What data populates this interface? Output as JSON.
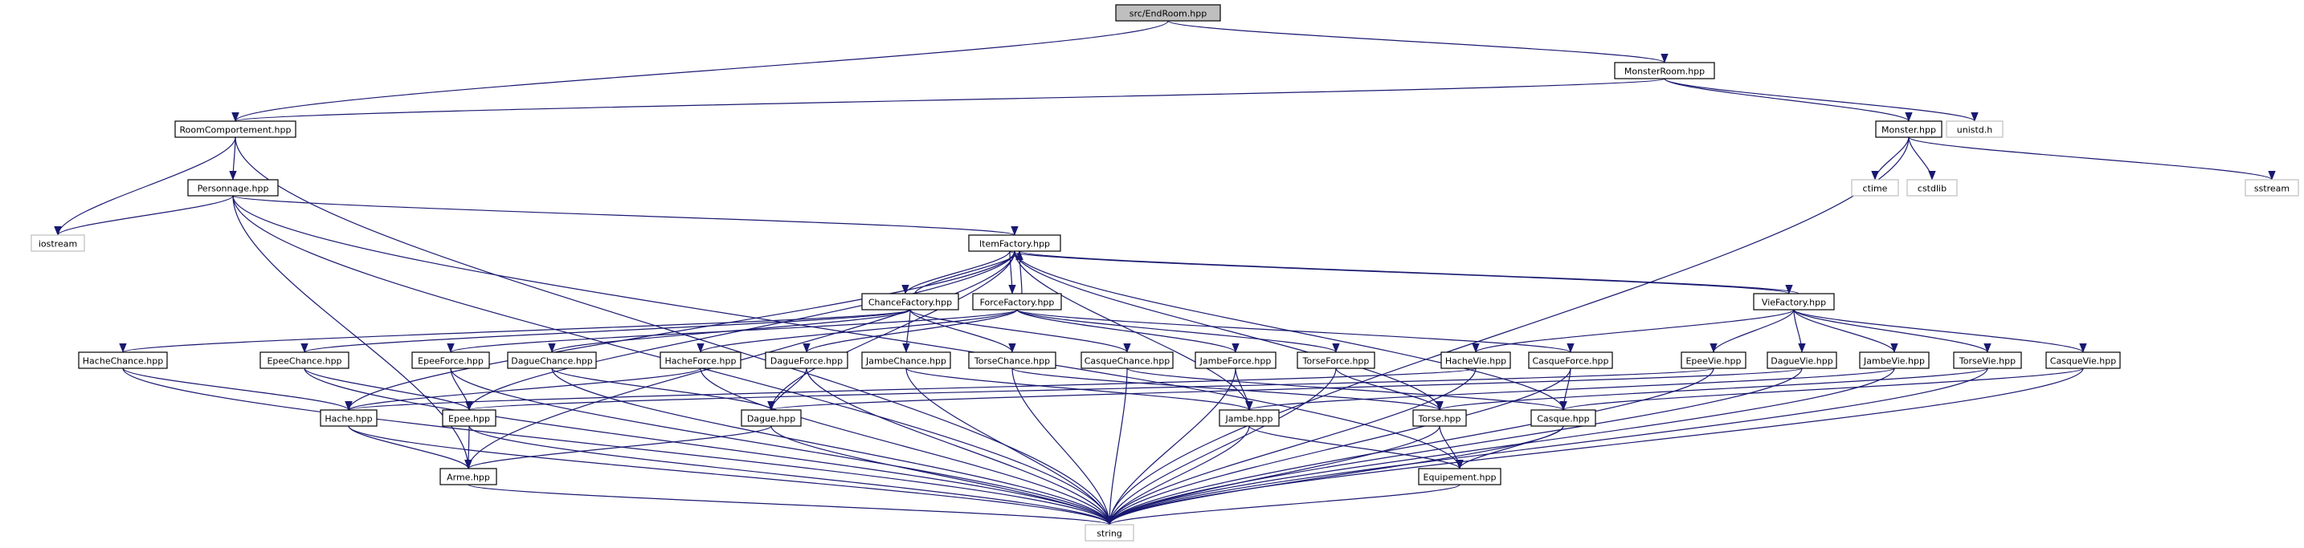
{
  "colors": {
    "edge": "#191970",
    "node_border": "#000000",
    "external_border": "#bfbfbf",
    "external_text": "#000000",
    "root_fill": "#bfbfbf",
    "node_fill": "#ffffff"
  },
  "nodes": [
    {
      "id": "endroom",
      "label": "src/EndRoom.hpp",
      "kind": "root"
    },
    {
      "id": "monsterroom",
      "label": "MonsterRoom.hpp",
      "kind": "file"
    },
    {
      "id": "roomcomp",
      "label": "RoomComportement.hpp",
      "kind": "file"
    },
    {
      "id": "unistd",
      "label": "unistd.h",
      "kind": "external"
    },
    {
      "id": "monster",
      "label": "Monster.hpp",
      "kind": "file"
    },
    {
      "id": "personnage",
      "label": "Personnage.hpp",
      "kind": "file"
    },
    {
      "id": "ctime",
      "label": "ctime",
      "kind": "external"
    },
    {
      "id": "cstdlib",
      "label": "cstdlib",
      "kind": "external"
    },
    {
      "id": "sstream",
      "label": "sstream",
      "kind": "external"
    },
    {
      "id": "iostream",
      "label": "iostream",
      "kind": "external"
    },
    {
      "id": "itemfactory",
      "label": "ItemFactory.hpp",
      "kind": "file"
    },
    {
      "id": "chancefactory",
      "label": "ChanceFactory.hpp",
      "kind": "file"
    },
    {
      "id": "forcefactory",
      "label": "ForceFactory.hpp",
      "kind": "file"
    },
    {
      "id": "viefactory",
      "label": "VieFactory.hpp",
      "kind": "file"
    },
    {
      "id": "hachechance",
      "label": "HacheChance.hpp",
      "kind": "file"
    },
    {
      "id": "epeechance",
      "label": "EpeeChance.hpp",
      "kind": "file"
    },
    {
      "id": "epeeforce",
      "label": "EpeeForce.hpp",
      "kind": "file"
    },
    {
      "id": "daguechance",
      "label": "DagueChance.hpp",
      "kind": "file"
    },
    {
      "id": "hacheforce",
      "label": "HacheForce.hpp",
      "kind": "file"
    },
    {
      "id": "dagueforce",
      "label": "DagueForce.hpp",
      "kind": "file"
    },
    {
      "id": "jambechance",
      "label": "JambeChance.hpp",
      "kind": "file"
    },
    {
      "id": "torsechance",
      "label": "TorseChance.hpp",
      "kind": "file"
    },
    {
      "id": "casquechance",
      "label": "CasqueChance.hpp",
      "kind": "file"
    },
    {
      "id": "jambeforce",
      "label": "JambeForce.hpp",
      "kind": "file"
    },
    {
      "id": "torseforce",
      "label": "TorseForce.hpp",
      "kind": "file"
    },
    {
      "id": "hachevie",
      "label": "HacheVie.hpp",
      "kind": "file"
    },
    {
      "id": "casqueforce",
      "label": "CasqueForce.hpp",
      "kind": "file"
    },
    {
      "id": "epeevie",
      "label": "EpeeVie.hpp",
      "kind": "file"
    },
    {
      "id": "daguevie",
      "label": "DagueVie.hpp",
      "kind": "file"
    },
    {
      "id": "jambevie",
      "label": "JambeVie.hpp",
      "kind": "file"
    },
    {
      "id": "torsevie",
      "label": "TorseVie.hpp",
      "kind": "file"
    },
    {
      "id": "casquevie",
      "label": "CasqueVie.hpp",
      "kind": "file"
    },
    {
      "id": "hache",
      "label": "Hache.hpp",
      "kind": "file"
    },
    {
      "id": "epee",
      "label": "Epee.hpp",
      "kind": "file"
    },
    {
      "id": "dague",
      "label": "Dague.hpp",
      "kind": "file"
    },
    {
      "id": "jambe",
      "label": "Jambe.hpp",
      "kind": "file"
    },
    {
      "id": "torse",
      "label": "Torse.hpp",
      "kind": "file"
    },
    {
      "id": "casque",
      "label": "Casque.hpp",
      "kind": "file"
    },
    {
      "id": "arme",
      "label": "Arme.hpp",
      "kind": "file"
    },
    {
      "id": "equipement",
      "label": "Equipement.hpp",
      "kind": "file"
    },
    {
      "id": "string",
      "label": "string",
      "kind": "external"
    }
  ],
  "edges": [
    [
      "endroom",
      "monsterroom"
    ],
    [
      "endroom",
      "roomcomp"
    ],
    [
      "monsterroom",
      "roomcomp"
    ],
    [
      "monsterroom",
      "monster"
    ],
    [
      "monsterroom",
      "unistd"
    ],
    [
      "roomcomp",
      "personnage"
    ],
    [
      "roomcomp",
      "iostream"
    ],
    [
      "roomcomp",
      "string"
    ],
    [
      "monster",
      "ctime"
    ],
    [
      "monster",
      "cstdlib"
    ],
    [
      "monster",
      "sstream"
    ],
    [
      "monster",
      "string"
    ],
    [
      "personnage",
      "iostream"
    ],
    [
      "personnage",
      "itemfactory"
    ],
    [
      "personnage",
      "string"
    ],
    [
      "personnage",
      "arme"
    ],
    [
      "personnage",
      "equipement"
    ],
    [
      "itemfactory",
      "chancefactory"
    ],
    [
      "itemfactory",
      "forcefactory"
    ],
    [
      "itemfactory",
      "viefactory"
    ],
    [
      "itemfactory",
      "arme"
    ],
    [
      "itemfactory",
      "hache"
    ],
    [
      "itemfactory",
      "epee"
    ],
    [
      "itemfactory",
      "dague"
    ],
    [
      "itemfactory",
      "jambe"
    ],
    [
      "itemfactory",
      "torse"
    ],
    [
      "itemfactory",
      "casque"
    ],
    [
      "chancefactory",
      "itemfactory"
    ],
    [
      "chancefactory",
      "hachechance"
    ],
    [
      "chancefactory",
      "epeechance"
    ],
    [
      "chancefactory",
      "daguechance"
    ],
    [
      "chancefactory",
      "jambechance"
    ],
    [
      "chancefactory",
      "torsechance"
    ],
    [
      "chancefactory",
      "casquechance"
    ],
    [
      "forcefactory",
      "itemfactory"
    ],
    [
      "forcefactory",
      "epeeforce"
    ],
    [
      "forcefactory",
      "hacheforce"
    ],
    [
      "forcefactory",
      "dagueforce"
    ],
    [
      "forcefactory",
      "jambeforce"
    ],
    [
      "forcefactory",
      "torseforce"
    ],
    [
      "forcefactory",
      "casqueforce"
    ],
    [
      "viefactory",
      "itemfactory"
    ],
    [
      "viefactory",
      "hachevie"
    ],
    [
      "viefactory",
      "epeevie"
    ],
    [
      "viefactory",
      "daguevie"
    ],
    [
      "viefactory",
      "jambevie"
    ],
    [
      "viefactory",
      "torsevie"
    ],
    [
      "viefactory",
      "casquevie"
    ],
    [
      "hachechance",
      "hache"
    ],
    [
      "hachechance",
      "string"
    ],
    [
      "epeechance",
      "epee"
    ],
    [
      "epeechance",
      "string"
    ],
    [
      "epeeforce",
      "epee"
    ],
    [
      "epeeforce",
      "string"
    ],
    [
      "daguechance",
      "dague"
    ],
    [
      "daguechance",
      "string"
    ],
    [
      "hacheforce",
      "hache"
    ],
    [
      "hacheforce",
      "string"
    ],
    [
      "dagueforce",
      "dague"
    ],
    [
      "dagueforce",
      "string"
    ],
    [
      "jambechance",
      "jambe"
    ],
    [
      "jambechance",
      "string"
    ],
    [
      "torsechance",
      "torse"
    ],
    [
      "torsechance",
      "string"
    ],
    [
      "casquechance",
      "casque"
    ],
    [
      "casquechance",
      "string"
    ],
    [
      "jambeforce",
      "jambe"
    ],
    [
      "jambeforce",
      "string"
    ],
    [
      "torseforce",
      "torse"
    ],
    [
      "torseforce",
      "string"
    ],
    [
      "hachevie",
      "hache"
    ],
    [
      "hachevie",
      "string"
    ],
    [
      "casqueforce",
      "casque"
    ],
    [
      "casqueforce",
      "string"
    ],
    [
      "epeevie",
      "epee"
    ],
    [
      "epeevie",
      "string"
    ],
    [
      "daguevie",
      "dague"
    ],
    [
      "daguevie",
      "string"
    ],
    [
      "jambevie",
      "jambe"
    ],
    [
      "jambevie",
      "string"
    ],
    [
      "torsevie",
      "torse"
    ],
    [
      "torsevie",
      "string"
    ],
    [
      "casquevie",
      "casque"
    ],
    [
      "casquevie",
      "string"
    ],
    [
      "hache",
      "arme"
    ],
    [
      "hache",
      "string"
    ],
    [
      "epee",
      "arme"
    ],
    [
      "epee",
      "string"
    ],
    [
      "dague",
      "arme"
    ],
    [
      "dague",
      "string"
    ],
    [
      "jambe",
      "equipement"
    ],
    [
      "jambe",
      "string"
    ],
    [
      "torse",
      "equipement"
    ],
    [
      "torse",
      "string"
    ],
    [
      "casque",
      "equipement"
    ],
    [
      "casque",
      "string"
    ],
    [
      "arme",
      "string"
    ],
    [
      "equipement",
      "string"
    ]
  ]
}
